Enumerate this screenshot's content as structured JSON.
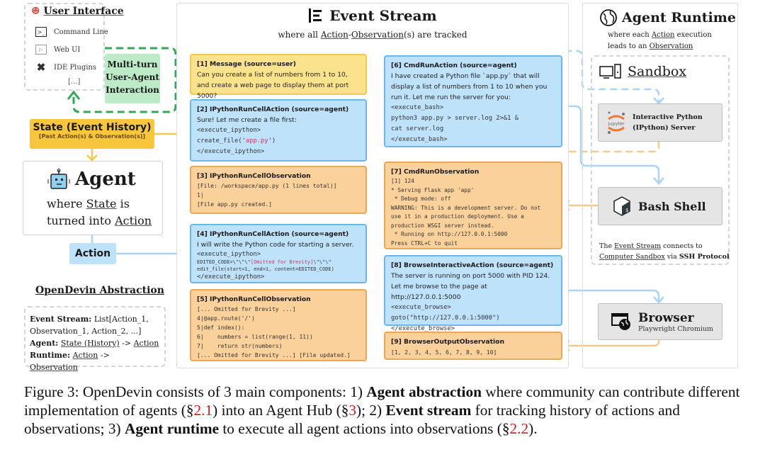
{
  "user_interface": {
    "title": "User Interface",
    "items": [
      {
        "icon": "terminal-icon",
        "label": "Command Line"
      },
      {
        "icon": "web-window-icon",
        "label": "Web UI"
      },
      {
        "icon": "vscode-icon",
        "label": "IDE Plugins"
      }
    ],
    "more": "[...]"
  },
  "multi_turn": {
    "line1": "Multi-turn",
    "line2": "User-Agent",
    "line3": "Interaction"
  },
  "state": {
    "title": "State (Event History)",
    "subtitle": "[Past Action(s) & Observation(s)]"
  },
  "agent": {
    "title": "Agent",
    "sub_where": "where ",
    "sub_state": "State",
    "sub_is": " is",
    "sub_turned": "turned into ",
    "sub_action": "Action"
  },
  "action_label": "Action",
  "abstraction": {
    "title": "OpenDevin Abstraction",
    "event_stream_key": "Event Stream:",
    "event_stream_val": " List[Action_1, Observation_1, Action_2, ...]",
    "agent_key": "Agent:",
    "agent_from": "State (History)",
    "agent_arrow": " -> ",
    "agent_to": "Action",
    "runtime_key": "Runtime:",
    "runtime_from": "Action",
    "runtime_arrow": " -> ",
    "runtime_to": "Observation"
  },
  "event_stream": {
    "title": "Event Stream",
    "sub_prefix": "where all ",
    "sub_action": "Action",
    "sub_dash": "-",
    "sub_observation": "Observation",
    "sub_suffix": "(s) are tracked",
    "events": [
      {
        "header": "[1] Message (source=user)",
        "text": "Can you create a list of numbers from 1 to 10, and create a web page to display them at port 5000?"
      },
      {
        "header": "[2] IPythonRunCellAction (source=agent)",
        "text": "Sure! Let me create a file first:",
        "code1": "<execute_ipython>",
        "code2a": "create_file('",
        "code2b": "app.py",
        "code2c": "')",
        "code3": "</execute_ipython>"
      },
      {
        "header": "[3] IPythonRunCellObservation",
        "code": "[File: /workspace/app.py (1 lines total)]\n1|\n[File app.py created.]"
      },
      {
        "header": "[4] IPythonRunCellAction (source=agent)",
        "text": "I will write the Python code for starting a server.",
        "code1": "<execute_ipython>",
        "small1a": "EDITED_CODE=\\\"\\\"\\\"",
        "small1b": "[Omitted for Brevity]",
        "small1c": "\\\"\\\"\\\"",
        "small2": "edit_file(start=1, end=1, content=EDITED_CODE)",
        "code3": "</execute_ipython>"
      },
      {
        "header": "[5] IPythonRunCellObservation",
        "code": "[... Omitted for Brevity ...]\n4|@app.route('/')\n5|def index():\n6|    numbers = list(range(1, 11))\n7|    return str(numbers)\n[... Omitted for Brevity ...] [File updated.]"
      },
      {
        "header": "[6] CmdRunAction (source=agent)",
        "text": "I have created a Python file `app.py` that will display a list of numbers from 1 to 10 when you run it. Let me run the server for you:",
        "code": "<execute_bash>\npython3 app.py > server.log 2>&1 &\ncat server.log\n</execute_bash>"
      },
      {
        "header": "[7] CmdRunObservation",
        "code": "[1] 124\n* Serving Flask app 'app'\n * Debug mode: off\nWARNING: This is a development server. Do not\nuse it in a production deployment. Use a\nproduction WSGI server instead.\n * Running on http://127.0.0.1:5000\nPress CTRL+C to quit"
      },
      {
        "header": "[8] BrowseInteractiveAction (source=agent)",
        "text": "The server is running on port 5000 with PID 124. Let me browse to the page at http://127.0.0.1:5000",
        "code": "<execute_browse>\ngoto(\"http://127.0.0.1:5000\")\n</execute_browse>"
      },
      {
        "header": "[9] BrowserOutputObservation",
        "code": "[1, 2, 3, 4, 5, 6, 7, 8, 9, 10]"
      }
    ]
  },
  "runtime": {
    "title": "Agent Runtime",
    "sub1_prefix": "where each ",
    "sub1_action": "Action",
    "sub1_suffix": " execution",
    "sub2_prefix": "leads to an ",
    "sub2_observation": "Observation",
    "sandbox_title": "Sandbox",
    "ipython_line1": "Interactive Python",
    "ipython_line2": "(IPython) Server",
    "jupyter_label": "jupyter",
    "bash_label": "Bash Shell",
    "browser_label": "Browser",
    "browser_sub": "Playwright Chromium",
    "note_the": "The ",
    "note_es": "Event Stream",
    "note_connects": " connects to",
    "note_cs": "Computer Sandbox",
    "note_via": " via ",
    "note_ssh": "SSH Protocol"
  },
  "caption": {
    "p1": "Figure 3: OpenDevin consists of 3 main components: 1) ",
    "b1": "Agent abstraction",
    "p2": " where community can contribute different implementation of agents (§",
    "r1": "2.1",
    "p3": ") into an Agent Hub (§",
    "r2": "3",
    "p4": "); 2) ",
    "b2": "Event stream",
    "p5": " for tracking history of actions and observations; 3) ",
    "b3": "Agent runtime",
    "p6": " to execute all agent actions into observations (§",
    "r3": "2.2",
    "p7": ")."
  },
  "colors": {
    "message_bg": "#fbe38e",
    "action_bg": "#bfe2fb",
    "observation_bg": "#fbd19b",
    "state_bg": "#f7c63d",
    "multi_turn_bg": "#bdebc8",
    "multi_turn_border": "#2eaa55",
    "caption_ref": "#d31b1b"
  }
}
